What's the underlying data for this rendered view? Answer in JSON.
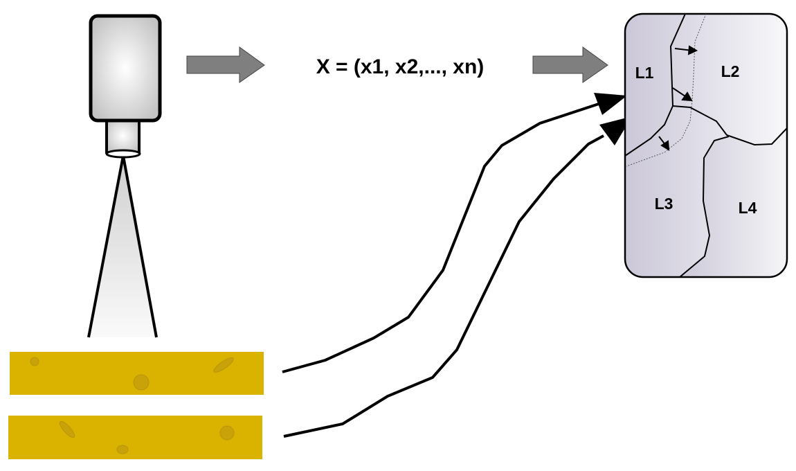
{
  "formula": "X = (x1, x2,..., xn)",
  "regions": {
    "l1": "L1",
    "l2": "L2",
    "l3": "L3",
    "l4": "L4"
  },
  "colors": {
    "product_bar": "#dab300",
    "defect": "#c9a20a",
    "flow_arrow": "#7f7f7f",
    "map_dark": "#cfcbdb",
    "map_light": "#f7f7f9"
  }
}
